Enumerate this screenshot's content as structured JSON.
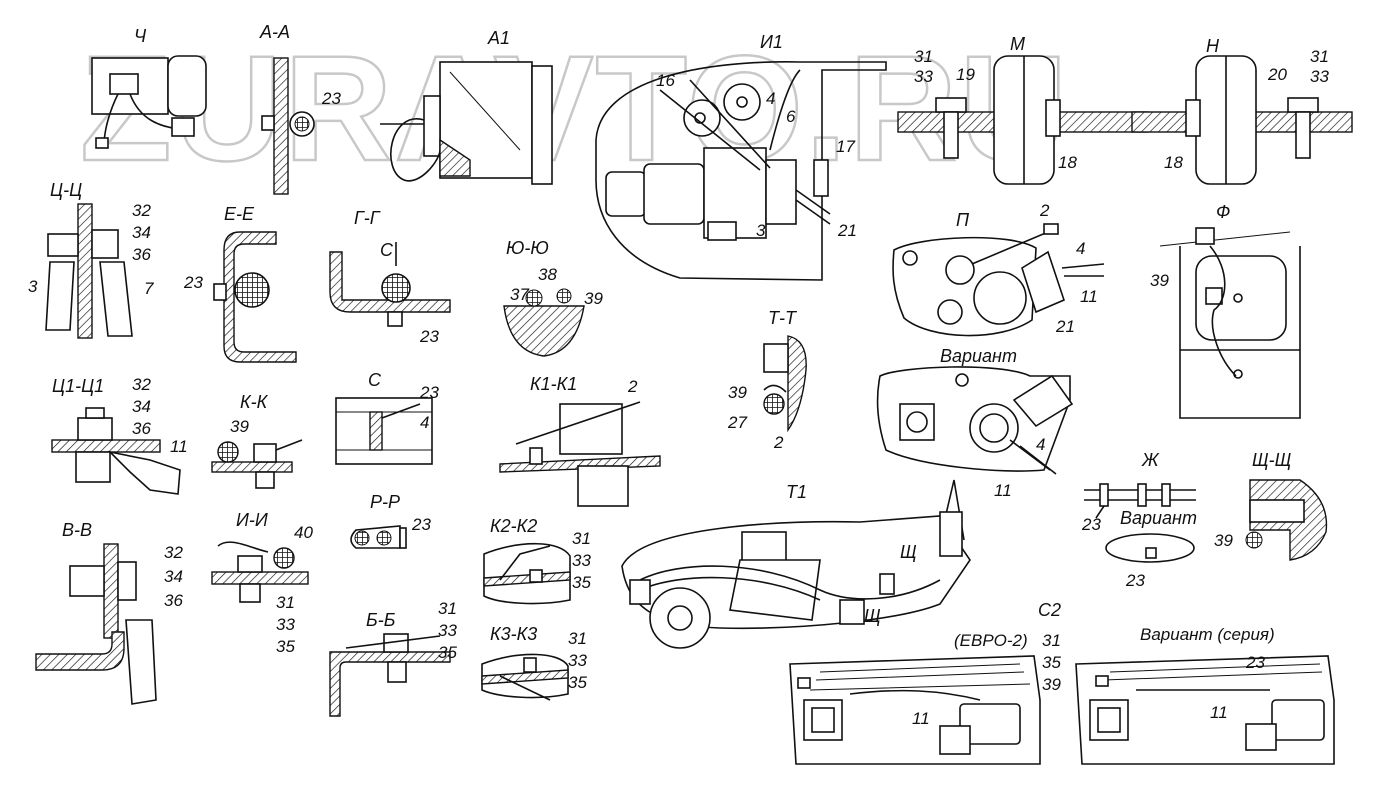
{
  "watermark": "ZURAVTO.RU",
  "views": {
    "ch": "Ч",
    "aa": "А-А",
    "a1": "А1",
    "i1": "И1",
    "m": "М",
    "n": "Н",
    "tsts": "Ц-Ц",
    "ee": "Е-Е",
    "gg": "Г-Г",
    "c_arrow": "С",
    "yuyu": "Ю-Ю",
    "p": "П",
    "f": "Ф",
    "tt": "Т-Т",
    "variant": "Вариант",
    "ts1ts1": "Ц1-Ц1",
    "kk": "К-К",
    "c": "С",
    "k1k1": "К1-К1",
    "vv": "В-В",
    "ii": "И-И",
    "rr": "Р-Р",
    "k2k2": "К2-К2",
    "t1": "Т1",
    "zh": "Ж",
    "shsh": "Щ-Щ",
    "bb": "Б-Б",
    "k3k3": "К3-К3",
    "c2": "С2",
    "evro2": "(ЕВРО-2)",
    "variant_seriya": "Вариант (серия)",
    "sh1": "Щ",
    "sh2": "Щ"
  },
  "numbers": {
    "n23a": "23",
    "n16": "16",
    "n4a": "4",
    "n6": "6",
    "n17": "17",
    "n21a": "21",
    "n3a": "3",
    "n31m": "31",
    "n33m": "33",
    "n19": "19",
    "n18m": "18",
    "n18n": "18",
    "n20": "20",
    "n31n": "31",
    "n33n": "33",
    "n32a": "32",
    "n34a": "34",
    "n36a": "36",
    "n3b": "3",
    "n7": "7",
    "n23e": "23",
    "n23g": "23",
    "n38": "38",
    "n37": "37",
    "n39y": "39",
    "n2p": "2",
    "n4p": "4",
    "n11p": "11",
    "n21p": "21",
    "n39f": "39",
    "n39t": "39",
    "n27": "27",
    "n2t": "2",
    "n4v": "4",
    "n11v": "11",
    "n32b": "32",
    "n34b": "34",
    "n36b": "36",
    "n11t": "11",
    "n39k": "39",
    "n23c": "23",
    "n4c": "4",
    "n2k1": "2",
    "n32c": "32",
    "n34c": "34",
    "n36c": "36",
    "n40": "40",
    "n31i": "31",
    "n33i": "33",
    "n35i": "35",
    "n23r": "23",
    "n31k2": "31",
    "n33k2": "33",
    "n35k2": "35",
    "n23zh1": "23",
    "n23zh2": "23",
    "n39sh": "39",
    "n31b": "31",
    "n33b": "33",
    "n35b": "35",
    "n31k3": "31",
    "n33k3": "33",
    "n35k3": "35",
    "n31c2": "31",
    "n35c2": "35",
    "n39c2": "39",
    "n11c2a": "11",
    "n23c2": "23",
    "n11c2b": "11"
  }
}
